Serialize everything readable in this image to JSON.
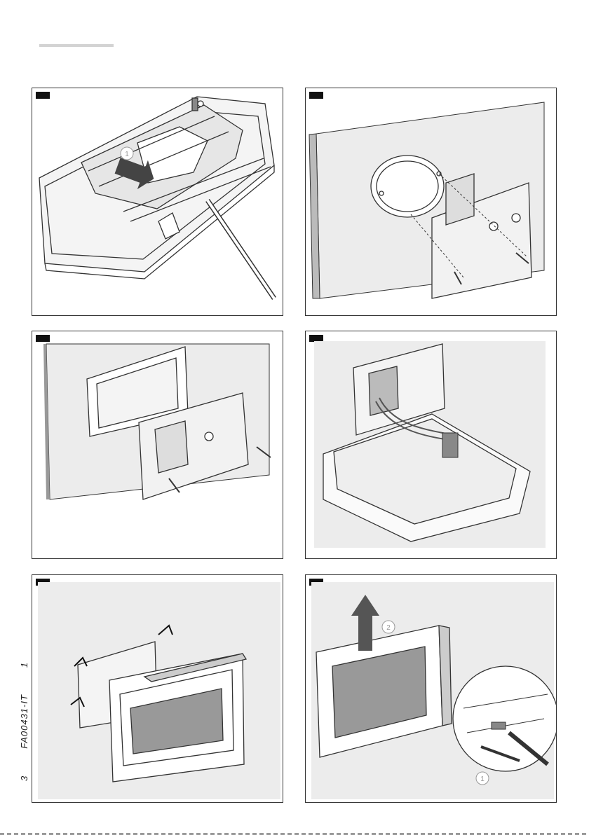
{
  "page": {
    "side_code": {
      "page_number": "3",
      "code": "FA00431-IT",
      "version": "1"
    }
  },
  "figures": [
    {
      "id": "fig-1",
      "callouts": [
        "1"
      ],
      "icons": [
        "arrow-slide-icon",
        "screwdriver-icon"
      ]
    },
    {
      "id": "fig-2",
      "callouts": [],
      "icons": [
        "round-box-icon",
        "mounting-plate-icon",
        "screw-icon"
      ]
    },
    {
      "id": "fig-3",
      "callouts": [],
      "icons": [
        "rect-box-icon",
        "mounting-plate-icon",
        "screw-icon"
      ]
    },
    {
      "id": "fig-4",
      "callouts": [],
      "icons": [
        "mounting-plate-icon",
        "cable-icon",
        "terminal-block-icon"
      ]
    },
    {
      "id": "fig-5",
      "callouts": [],
      "icons": [
        "monitor-icon",
        "hook-arrow-icon"
      ]
    },
    {
      "id": "fig-6",
      "callouts": [
        "2",
        "1"
      ],
      "icons": [
        "arrow-up-icon",
        "screwdriver-icon",
        "zoom-circle-icon"
      ]
    }
  ]
}
